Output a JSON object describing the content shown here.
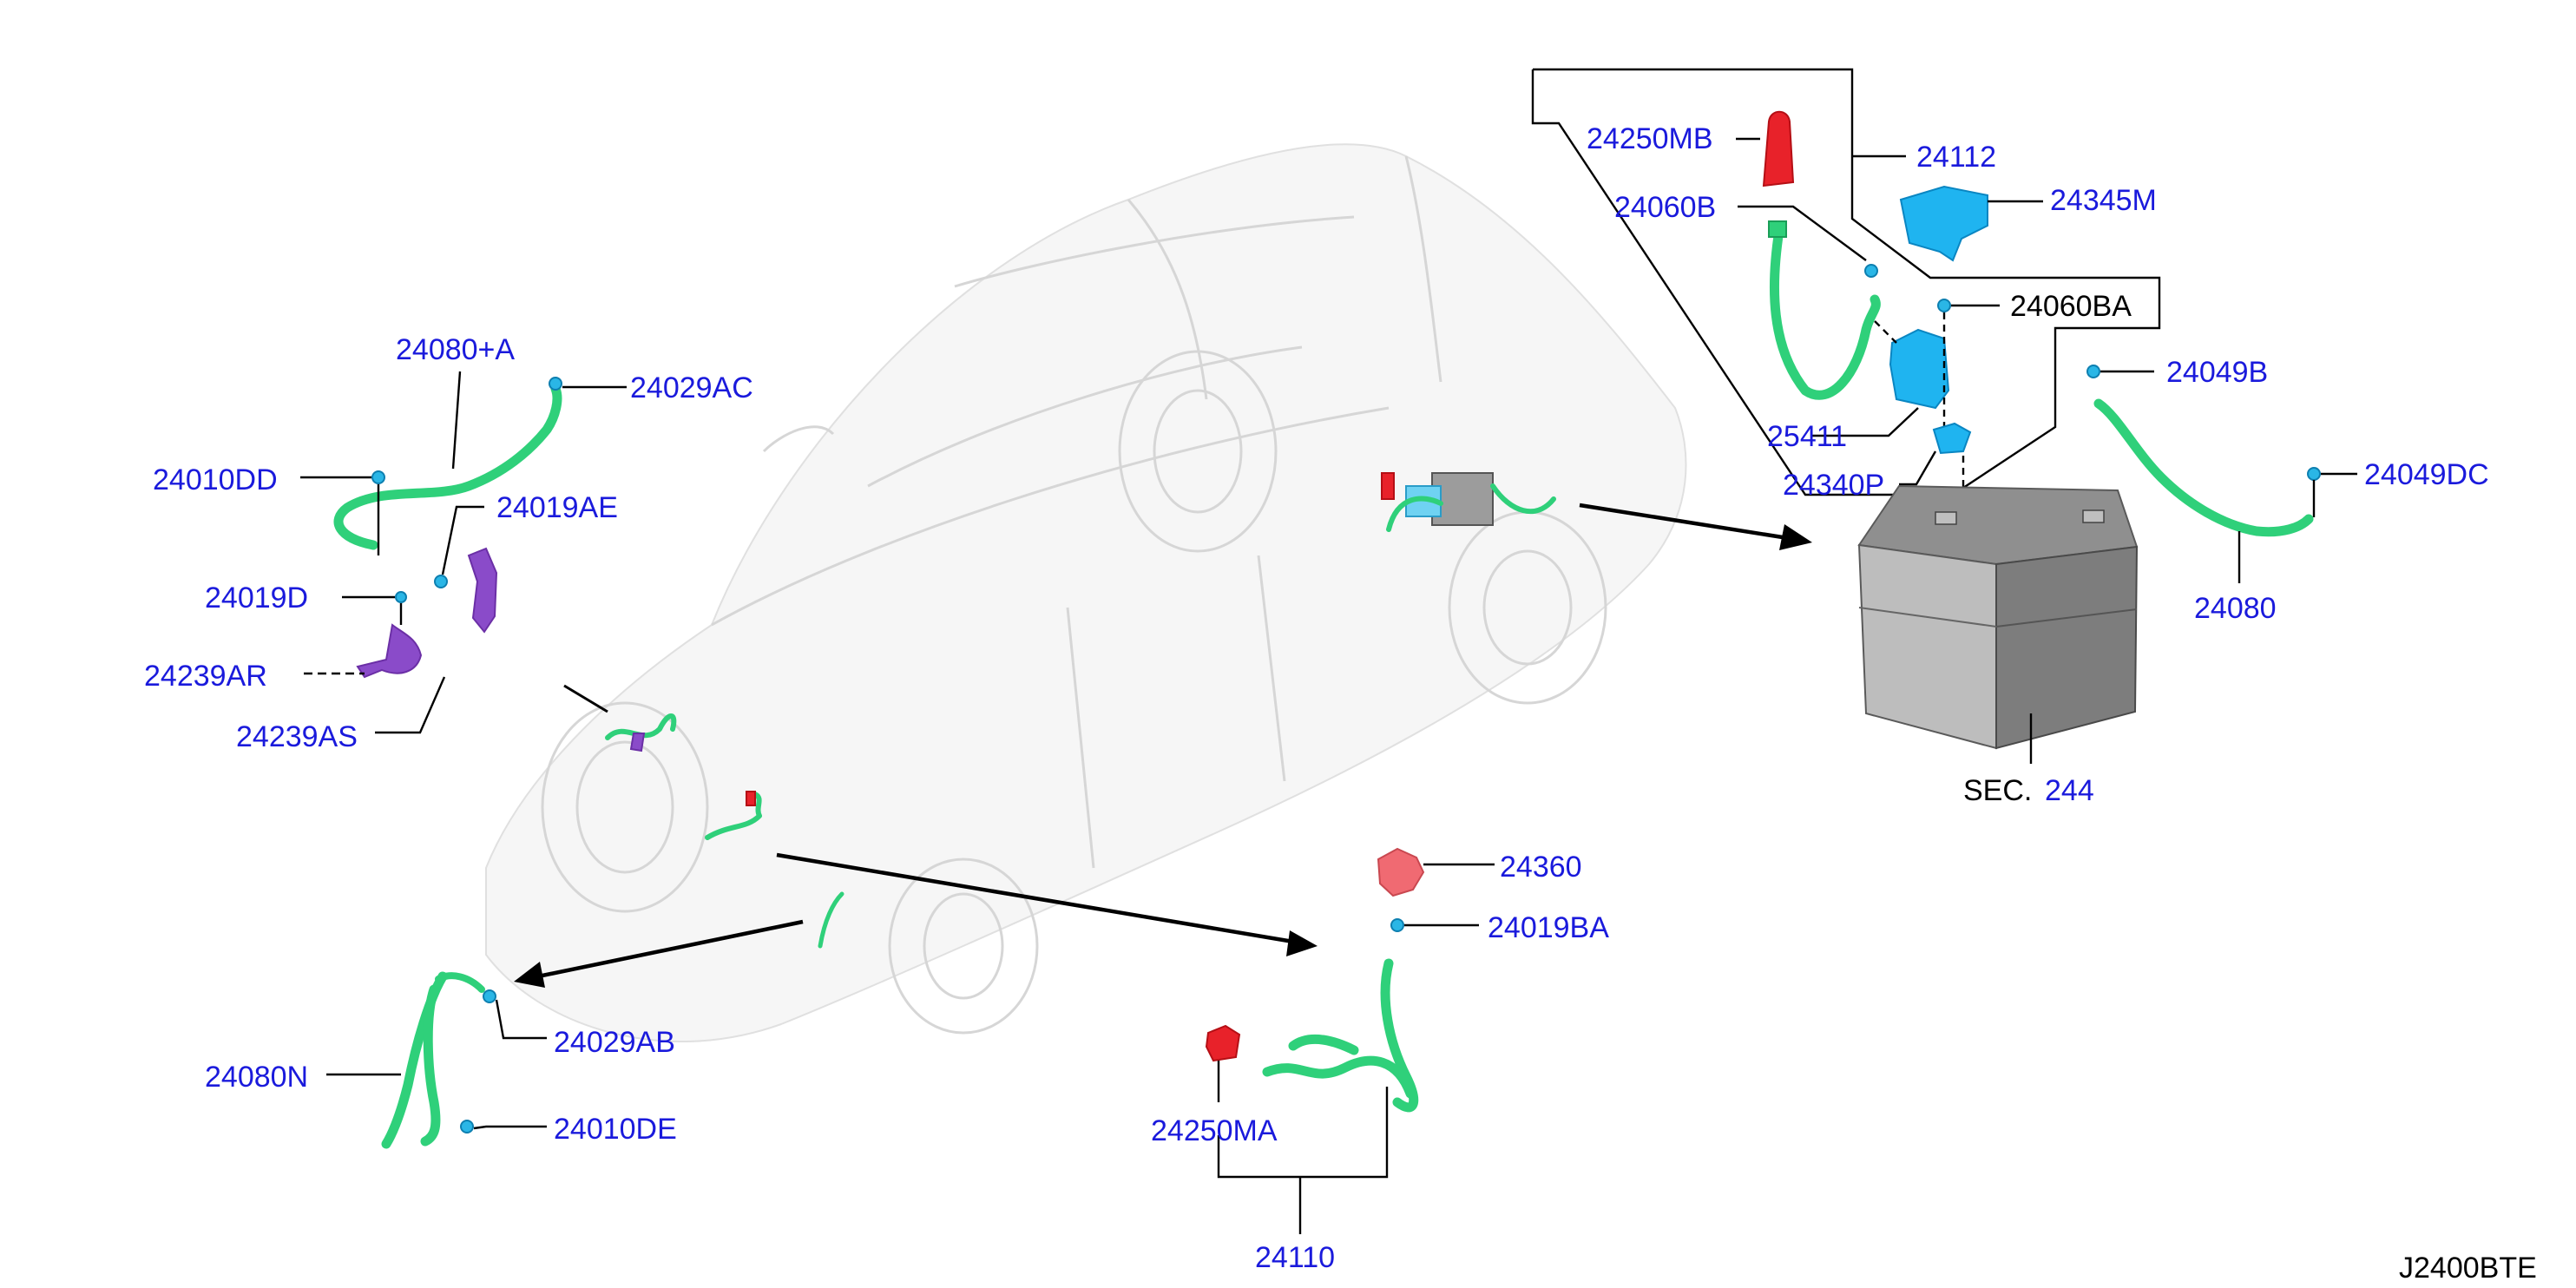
{
  "diagram_code": "J2400BTE",
  "section_ref": {
    "prefix": "SEC.",
    "number": "244"
  },
  "labels": {
    "p24250MB": "24250MB",
    "p24112": "24112",
    "p24345M": "24345M",
    "p24060B": "24060B",
    "p24060BA": "24060BA",
    "p25411": "25411",
    "p24340P": "24340P",
    "p24049B": "24049B",
    "p24049DC": "24049DC",
    "p24080": "24080",
    "p24080A": "24080+A",
    "p24029AC": "24029AC",
    "p24010DD": "24010DD",
    "p24019AE": "24019AE",
    "p24019D": "24019D",
    "p24239AR": "24239AR",
    "p24239AS": "24239AS",
    "p24360": "24360",
    "p24019BA": "24019BA",
    "p24029AB": "24029AB",
    "p24080N": "24080N",
    "p24010DE": "24010DE",
    "p24250MA": "24250MA",
    "p24110": "24110"
  },
  "colors": {
    "label": "#1a1adc",
    "harness": "#2fd07a",
    "bolt": "#2ab6e6",
    "bracket": "#1fb4f0",
    "cap_red": "#e8222a",
    "cover_pink": "#f06a72",
    "clip_purple": "#8a4bc9",
    "battery": "#9a9a9a"
  }
}
